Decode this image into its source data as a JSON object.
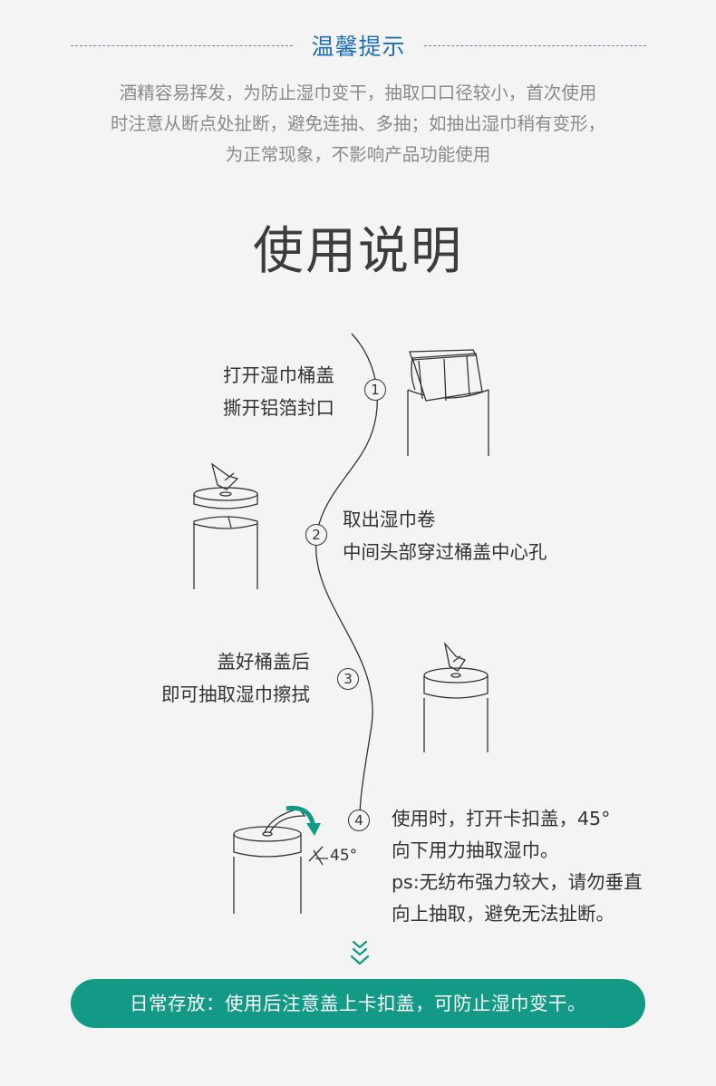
{
  "tips": {
    "title": "温馨提示",
    "lines": [
      "酒精容易挥发，为防止湿巾变干，抽取口口径较小，首次使用",
      "时注意从断点处扯断，避免连抽、多抽；如抽出湿巾稍有变形，",
      "为正常现象，不影响产品功能使用"
    ]
  },
  "instructions": {
    "title": "使用说明",
    "steps": [
      {
        "number": "1",
        "lines": [
          "打开湿巾桶盖",
          "撕开铝箔封口"
        ]
      },
      {
        "number": "2",
        "lines": [
          "取出湿巾卷",
          "中间头部穿过桶盖中心孔"
        ]
      },
      {
        "number": "3",
        "lines": [
          "盖好桶盖后",
          "即可抽取湿巾擦拭"
        ]
      },
      {
        "number": "4",
        "lines": [
          "使用时，打开卡扣盖，45°",
          "向下用力抽取湿巾。",
          "ps:无纺布强力较大，请勿垂直",
          "向上抽取，避免无法扯断。"
        ],
        "angle_label": "45°"
      }
    ]
  },
  "storage_banner": "日常存放：使用后注意盖上卡扣盖，可防止湿巾变干。",
  "colors": {
    "tip_title": "#1f6fb8",
    "banner": "#129a86",
    "arrow": "#129a86"
  },
  "icons": [
    "down-arrows-icon",
    "rotate-arrow-icon"
  ]
}
